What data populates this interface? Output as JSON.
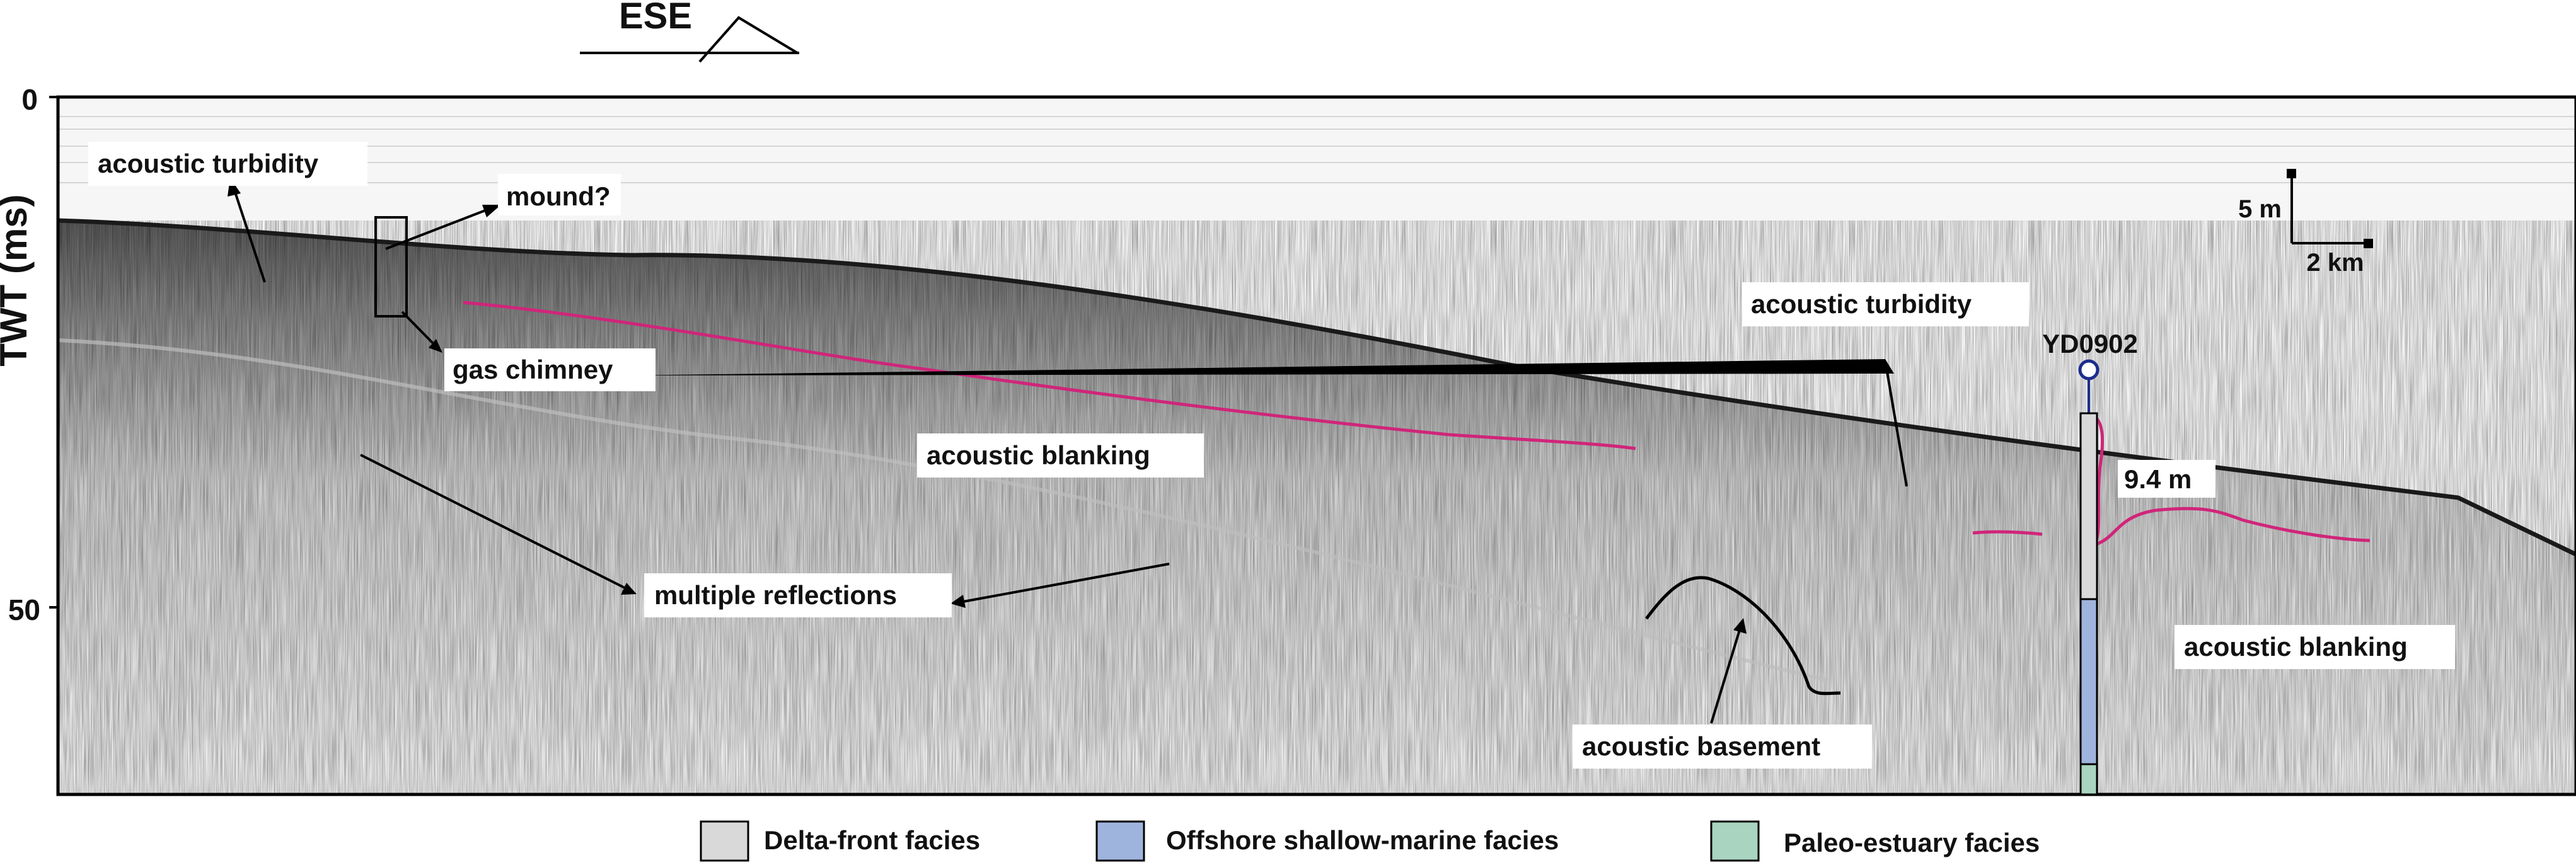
{
  "header": {
    "direction": "ESE"
  },
  "axis": {
    "ylabel": "TWT (ms)",
    "ticks": [
      {
        "value": 0,
        "label": "0"
      },
      {
        "value": 50,
        "label": "50"
      }
    ]
  },
  "scale_bar": {
    "vertical": "5 m",
    "horizontal": "2 km"
  },
  "annotations": {
    "acoustic_turbidity_left": "acoustic turbidity",
    "mound": "mound?",
    "gas_chimney": "gas chimney",
    "acoustic_blanking_center": "acoustic blanking",
    "multiple_reflections": "multiple reflections",
    "acoustic_turbidity_right": "acoustic turbidity",
    "acoustic_basement": "acoustic basement",
    "acoustic_blanking_right": "acoustic blanking"
  },
  "core": {
    "name": "YD0902",
    "thickness_label": "9.4 m"
  },
  "legend": [
    {
      "label": "Delta-front facies",
      "color": "#d9d9d9"
    },
    {
      "label": "Offshore shallow-marine facies",
      "color": "#9fb4dd"
    },
    {
      "label": "Paleo-estuary facies",
      "color": "#a8d4c0"
    }
  ],
  "colors": {
    "horizon": "#d0257a",
    "core_marker": "#1c2c8c",
    "frame": "#000000"
  }
}
